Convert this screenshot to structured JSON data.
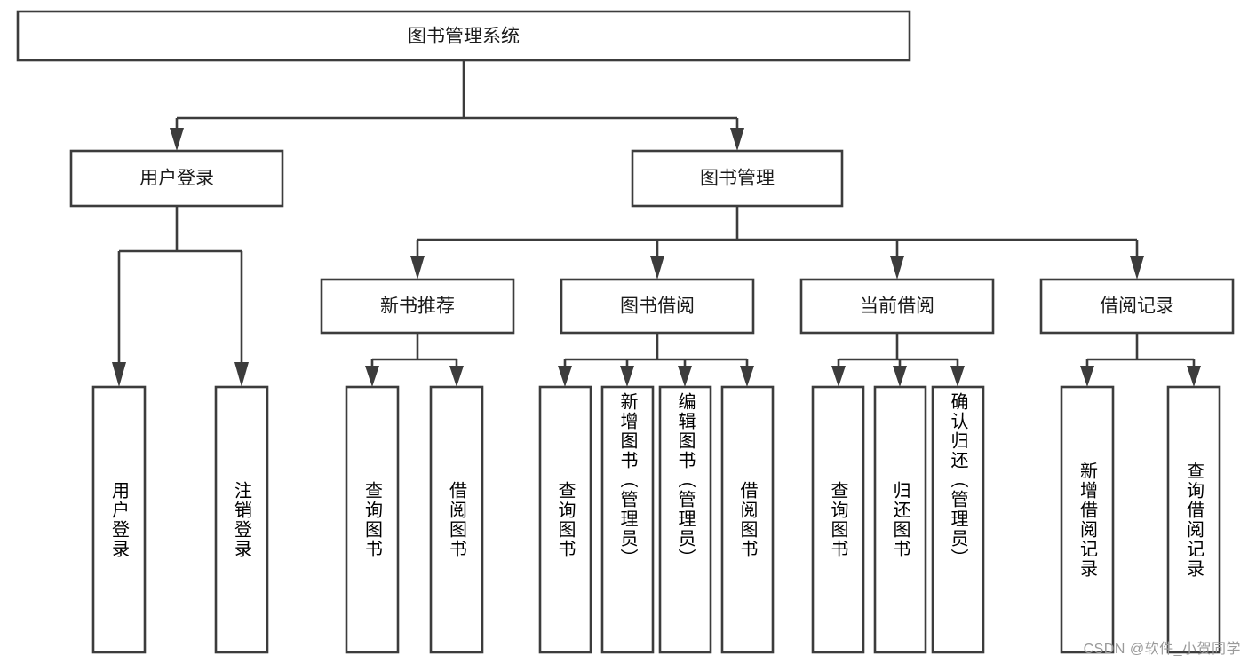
{
  "diagram": {
    "type": "tree-hierarchy",
    "title": "图书管理系统",
    "watermark": "CSDN @软件_小贺同学",
    "colors": {
      "stroke": "#3c3c3c",
      "fill": "#ffffff",
      "text": "#1b1b1b",
      "watermark": "#9a9a9a"
    },
    "levels": {
      "level1": [
        {
          "id": "root",
          "label": "图书管理系统",
          "orientation": "horizontal"
        }
      ],
      "level2": [
        {
          "id": "user-login",
          "label": "用户登录",
          "orientation": "horizontal",
          "parent": "root"
        },
        {
          "id": "book-manage",
          "label": "图书管理",
          "orientation": "horizontal",
          "parent": "root"
        }
      ],
      "level3": [
        {
          "id": "new-book-rec",
          "label": "新书推荐",
          "orientation": "horizontal",
          "parent": "book-manage"
        },
        {
          "id": "book-borrow",
          "label": "图书借阅",
          "orientation": "horizontal",
          "parent": "book-manage"
        },
        {
          "id": "current-borrow",
          "label": "当前借阅",
          "orientation": "horizontal",
          "parent": "book-manage"
        },
        {
          "id": "borrow-record",
          "label": "借阅记录",
          "orientation": "horizontal",
          "parent": "book-manage"
        }
      ],
      "level4": [
        {
          "id": "leaf-user-login",
          "label": "用户登录",
          "orientation": "vertical",
          "parent": "user-login"
        },
        {
          "id": "leaf-logout",
          "label": "注销登录",
          "orientation": "vertical",
          "parent": "user-login"
        },
        {
          "id": "leaf-query-book-1",
          "label": "查询图书",
          "orientation": "vertical",
          "parent": "new-book-rec"
        },
        {
          "id": "leaf-borrow-book-1",
          "label": "借阅图书",
          "orientation": "vertical",
          "parent": "new-book-rec"
        },
        {
          "id": "leaf-query-book-2",
          "label": "查询图书",
          "orientation": "vertical",
          "parent": "book-borrow"
        },
        {
          "id": "leaf-add-book",
          "label": "新增图书（管理员）",
          "orientation": "vertical",
          "parent": "book-borrow"
        },
        {
          "id": "leaf-edit-book",
          "label": "编辑图书（管理员）",
          "orientation": "vertical",
          "parent": "book-borrow"
        },
        {
          "id": "leaf-borrow-book-2",
          "label": "借阅图书",
          "orientation": "vertical",
          "parent": "book-borrow"
        },
        {
          "id": "leaf-query-book-3",
          "label": "查询图书",
          "orientation": "vertical",
          "parent": "current-borrow"
        },
        {
          "id": "leaf-return-book",
          "label": "归还图书",
          "orientation": "vertical",
          "parent": "current-borrow"
        },
        {
          "id": "leaf-confirm-return",
          "label": "确认归还（管理员）",
          "orientation": "vertical",
          "parent": "current-borrow"
        },
        {
          "id": "leaf-add-record",
          "label": "新增借阅记录",
          "orientation": "vertical",
          "parent": "borrow-record"
        },
        {
          "id": "leaf-query-record",
          "label": "查询借阅记录",
          "orientation": "vertical",
          "parent": "borrow-record"
        }
      ]
    }
  }
}
